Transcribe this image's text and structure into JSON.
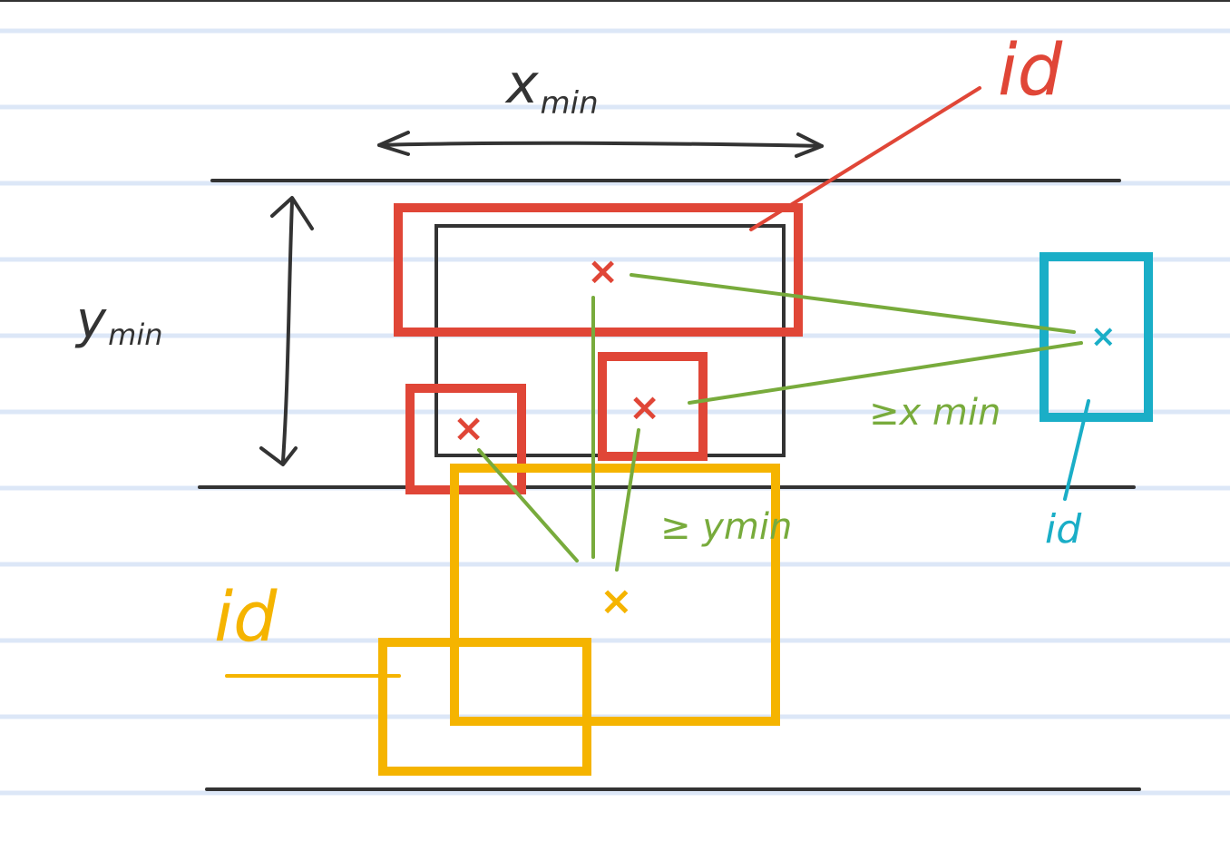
{
  "colors": {
    "ruled_line": "#dce7f7",
    "ink": "#333333",
    "red": "#e04637",
    "green": "#78ab3c",
    "cyan": "#1aaec7",
    "yellow": "#f5b400"
  },
  "labels": {
    "x_min": "x",
    "x_min_sub": "min",
    "y_min": "y",
    "y_min_sub": "min",
    "red_id": "id",
    "cyan_id": "id",
    "yellow_id": "id",
    "ge_x_min": "≥x min",
    "ge_y_min": "≥ ymin",
    "mark": "×"
  },
  "icons": {
    "horizontal_arrow": "double-arrow-horizontal",
    "vertical_arrow": "double-arrow-vertical",
    "center_marker": "cross-mark"
  }
}
